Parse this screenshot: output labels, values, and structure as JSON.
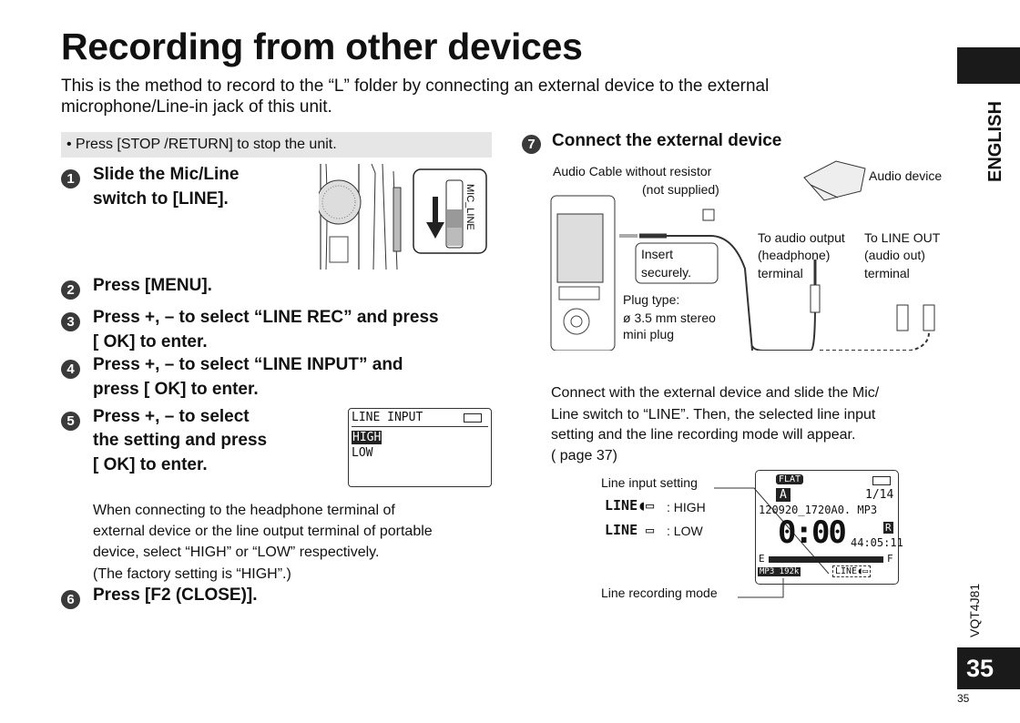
{
  "title": "Recording from other devices",
  "intro": "This is the method to record to the “L” folder by connecting an external device to the external microphone/Line-in jack of this unit.",
  "note": "•  Press [STOP    /RETURN] to stop the unit.",
  "steps": [
    {
      "num": "1",
      "line1": "Slide the Mic/Line",
      "line2": "switch to [LINE]."
    },
    {
      "num": "2",
      "line1": "Press [MENU]."
    },
    {
      "num": "3",
      "line1": "Press +, – to select “LINE REC” and press",
      "line2": "[    OK] to enter."
    },
    {
      "num": "4",
      "line1": "Press +, – to select “LINE INPUT” and",
      "line2": "press [    OK] to enter."
    },
    {
      "num": "5",
      "line1": "Press +, – to select",
      "line2": "the setting and press",
      "line3": "[    OK] to enter."
    },
    {
      "num": "6",
      "line1": "Press [F2 (CLOSE)]."
    },
    {
      "num": "7",
      "line1": "Connect the external device"
    }
  ],
  "step5_note": [
    "When connecting to the headphone terminal of",
    "external device or the line output terminal of portable",
    "device, select “HIGH” or “LOW” respectively.",
    "(The factory setting is “HIGH”.)"
  ],
  "switch_label": "MIC_LINE",
  "lcd_menu": {
    "title": "LINE INPUT",
    "items": [
      "HIGH",
      "LOW"
    ]
  },
  "diagram": {
    "cable": "Audio Cable without resistor",
    "cable2": "(not supplied)",
    "device": "Audio device",
    "insert1": "Insert",
    "insert2": "securely.",
    "plug1": "Plug type:",
    "plug2": "ø 3.5 mm stereo",
    "plug3": "mini plug",
    "out1a": "To audio output",
    "out1b": "(headphone)",
    "out1c": "terminal",
    "out2a": "To LINE OUT",
    "out2b": "(audio out)",
    "out2c": "terminal"
  },
  "step7_text": [
    "Connect with the external device and slide the Mic/",
    "Line switch to “LINE”. Then, the selected line input",
    "setting and the line recording mode will appear.",
    "(    page 37)"
  ],
  "display": {
    "line_input_setting": "Line input setting",
    "high": ": HIGH",
    "low": ": LOW",
    "line_recording_mode": "Line recording mode",
    "flat": "FLAT",
    "folder": "A",
    "count": "1/14",
    "filename": "120920_1720A0. MP3",
    "time": "0:00",
    "remaining": "44:05:11",
    "mode": "MP3 192k",
    "e": "E",
    "f": "F",
    "r": "R"
  },
  "side_label": "ENGLISH",
  "doc_code": "VQT4J81",
  "page_number": "35",
  "page_number_small": "35"
}
